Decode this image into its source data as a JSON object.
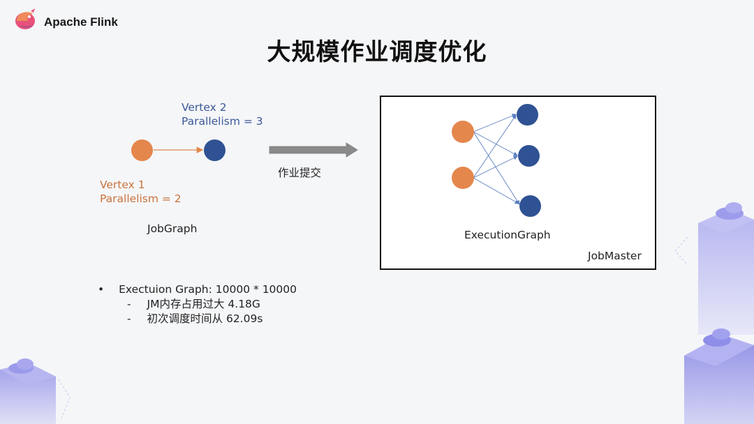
{
  "header": {
    "brand": "Apache Flink",
    "title": "大规模作业调度优化"
  },
  "job_graph": {
    "vertex1_name": "Vertex 1",
    "vertex1_parallelism": "Parallelism = 2",
    "vertex2_name": "Vertex 2",
    "vertex2_parallelism": "Parallelism = 3",
    "caption": "JobGraph"
  },
  "submit_label": "作业提交",
  "execution": {
    "caption": "ExecutionGraph",
    "container": "JobMaster"
  },
  "notes": {
    "bullet": "•",
    "main": "Exectuion Graph: 10000 * 10000",
    "dash": "-",
    "sub1": "JM内存占用过大 4.18G",
    "sub2": "初次调度时间从 62.09s"
  },
  "colors": {
    "orange_node": "#e4874d",
    "blue_node": "#2f5294",
    "arrow": "#8a8a8a",
    "edge_blue": "#5a7fc0"
  }
}
